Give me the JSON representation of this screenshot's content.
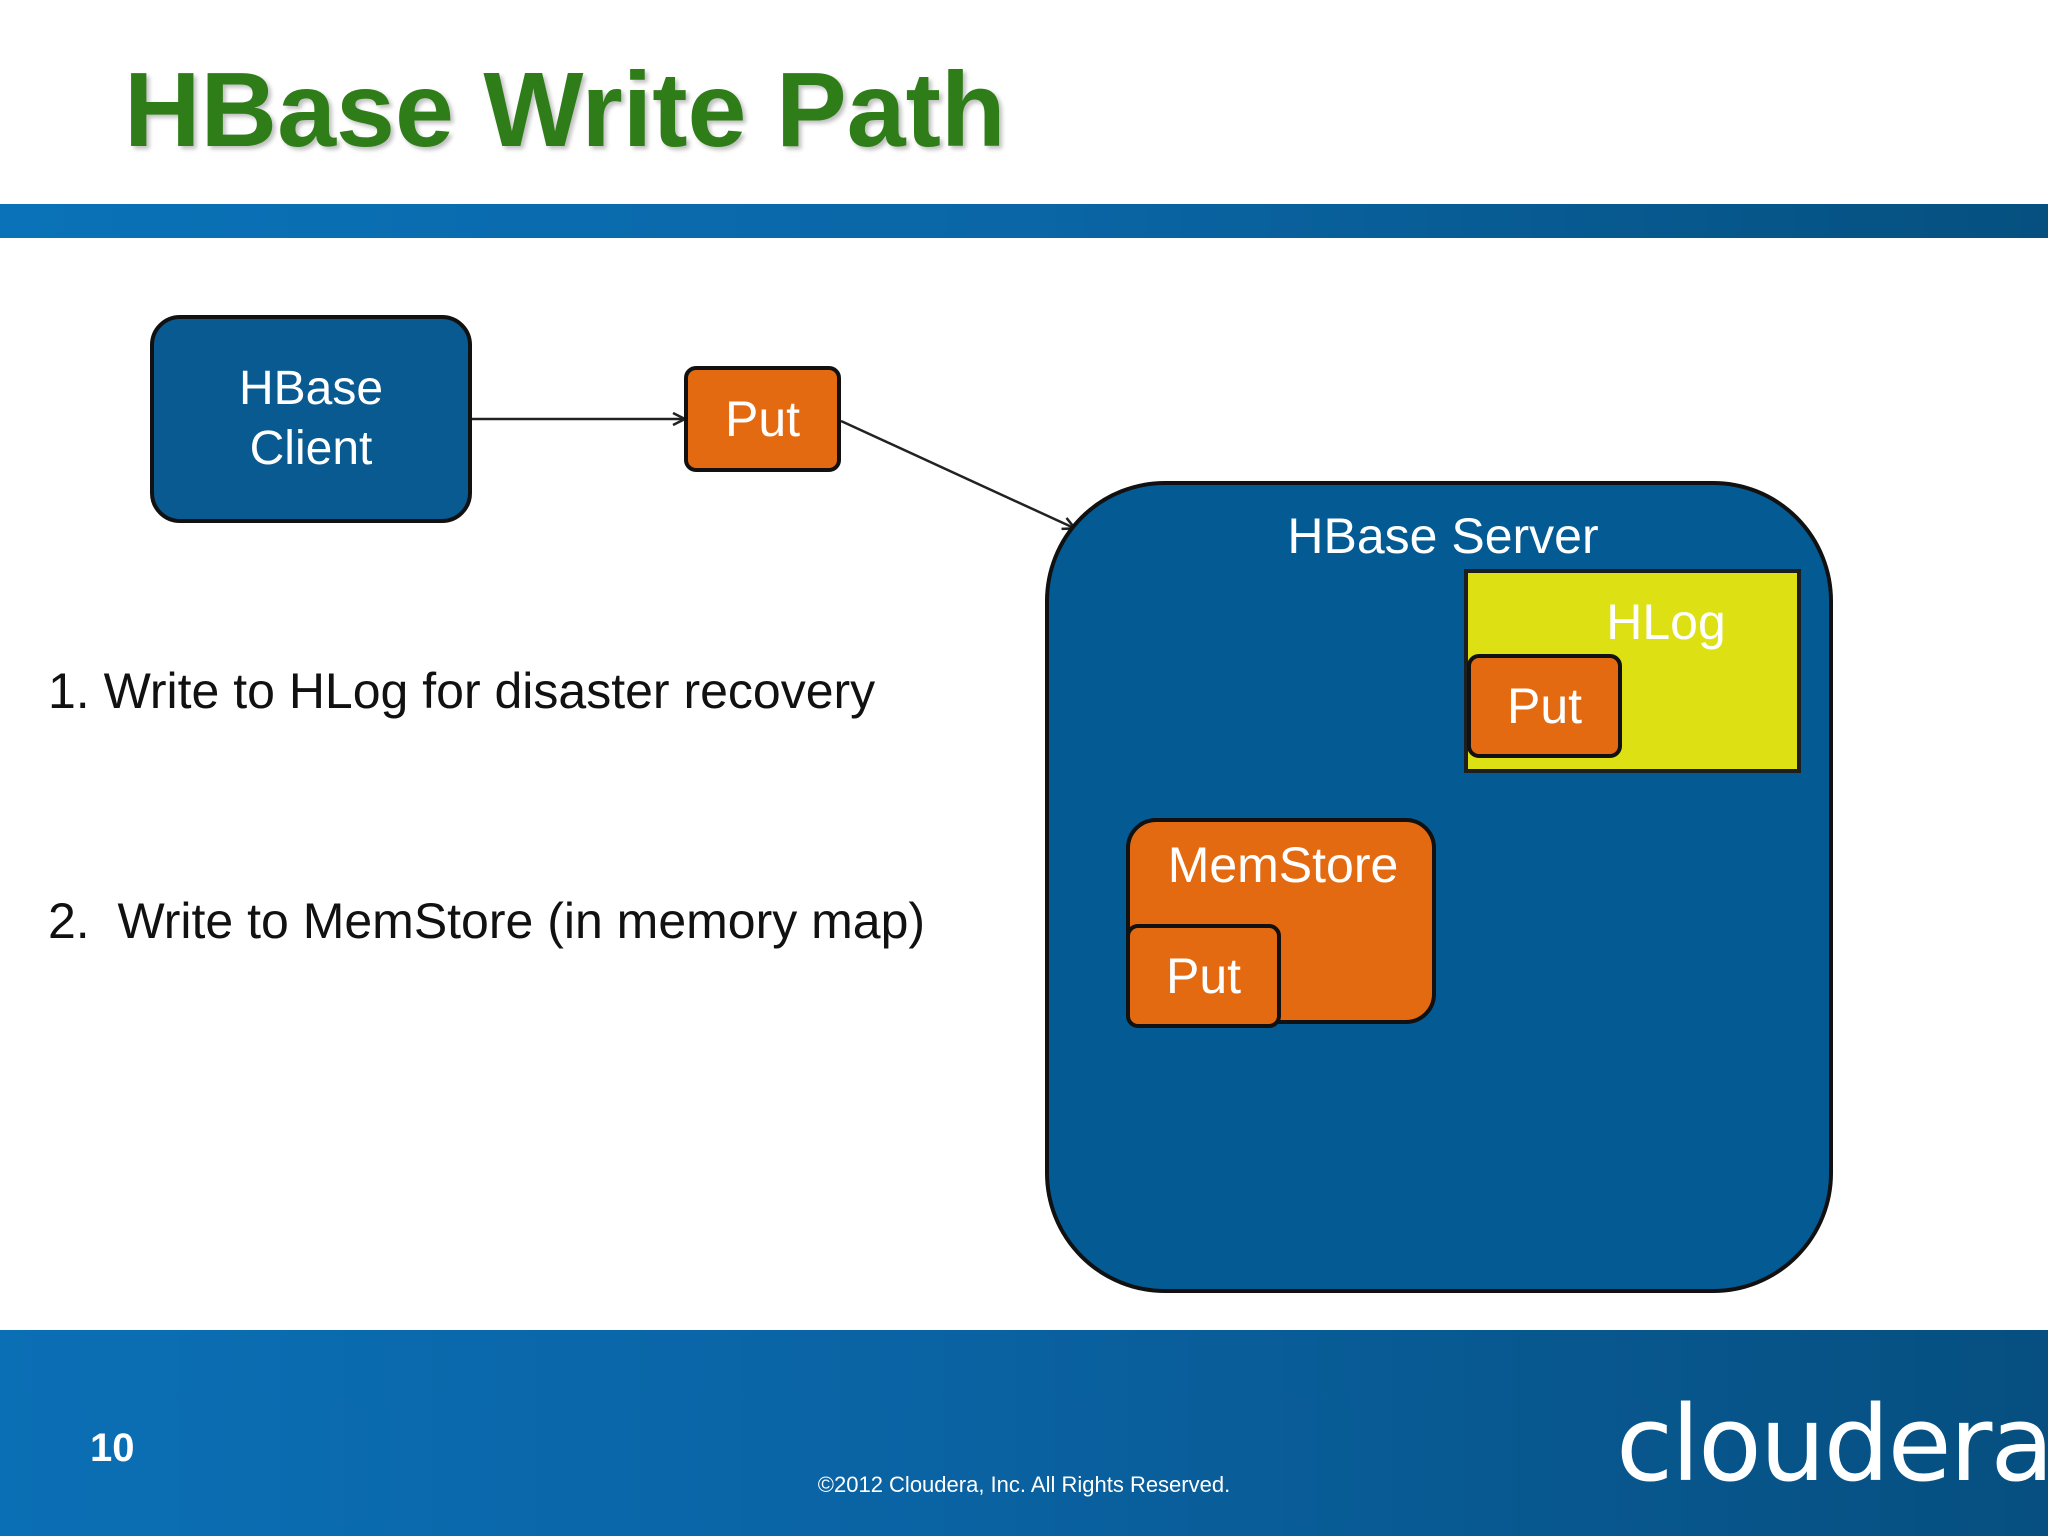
{
  "slide": {
    "title": "HBase Write Path",
    "page_number": "10",
    "copyright": "©2012 Cloudera, Inc. All Rights Reserved.",
    "logo_text": "cloudera"
  },
  "diagram": {
    "client_label": "HBase\nClient",
    "put_label": "Put",
    "server_label": "HBase Server",
    "hlog_label": "HLog",
    "memstore_label": "MemStore"
  },
  "steps": [
    "1. Write to HLog for disaster recovery",
    "2.  Write to MemStore (in memory map)"
  ],
  "colors": {
    "title_green": "#2f7d18",
    "box_blue": "#0a5a92",
    "put_orange": "#e46a11",
    "hlog_yellow": "#dde012"
  }
}
